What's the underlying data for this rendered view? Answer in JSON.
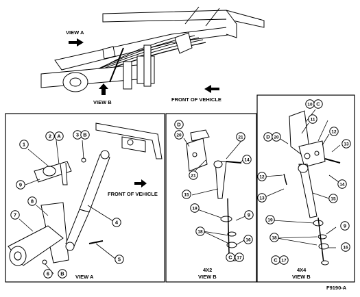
{
  "top_view": {
    "view_a_label": "VIEW A",
    "view_b_label": "VIEW B",
    "front_label": "FRONT OF VEHICLE"
  },
  "panel_view_a": {
    "front_label": "FRONT OF VEHICLE",
    "caption": "VIEW A",
    "callouts": [
      "1",
      "2",
      "A",
      "3",
      "B",
      "9",
      "8",
      "7",
      "4",
      "5",
      "6",
      "B"
    ]
  },
  "panel_4x2": {
    "config": "4X2",
    "caption": "VIEW B",
    "callouts": [
      "D",
      "20",
      "21",
      "21",
      "14",
      "15",
      "19",
      "9",
      "18",
      "16",
      "C",
      "17"
    ]
  },
  "panel_4x4": {
    "config": "4X4",
    "caption": "VIEW B",
    "callouts": [
      "10",
      "C",
      "11",
      "D",
      "20",
      "12",
      "13",
      "12",
      "14",
      "13",
      "15",
      "19",
      "9",
      "18",
      "16",
      "C",
      "17"
    ]
  },
  "figure_id": "F9190-A"
}
